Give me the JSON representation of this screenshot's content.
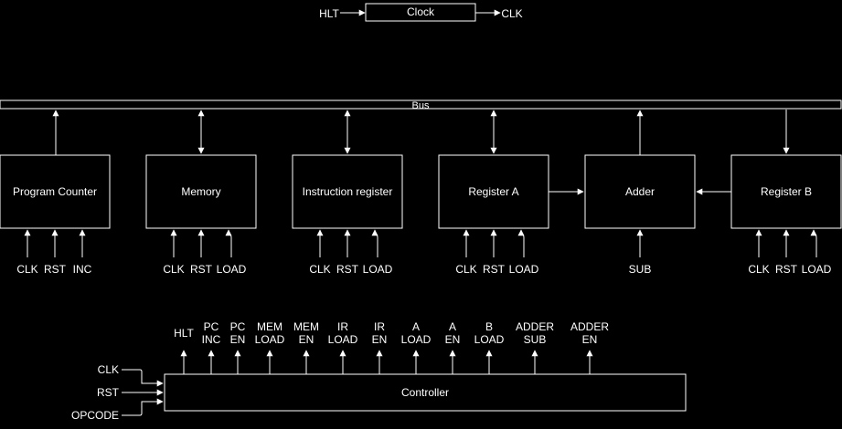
{
  "clock": {
    "label": "Clock",
    "input": "HLT",
    "output": "CLK"
  },
  "bus": {
    "label": "Bus"
  },
  "modules": [
    {
      "label": "Program Counter",
      "inputs": [
        "CLK",
        "RST",
        "INC"
      ]
    },
    {
      "label": "Memory",
      "inputs": [
        "CLK",
        "RST",
        "LOAD"
      ]
    },
    {
      "label": "Instruction register",
      "inputs": [
        "CLK",
        "RST",
        "LOAD"
      ]
    },
    {
      "label": "Register A",
      "inputs": [
        "CLK",
        "RST",
        "LOAD"
      ]
    },
    {
      "label": "Adder",
      "inputs": [
        "SUB"
      ]
    },
    {
      "label": "Register B",
      "inputs": [
        "CLK",
        "RST",
        "LOAD"
      ]
    }
  ],
  "controller": {
    "label": "Controller",
    "inputs": [
      "CLK",
      "RST",
      "OPCODE"
    ],
    "outputs": [
      [
        "HLT"
      ],
      [
        "PC",
        "INC"
      ],
      [
        "PC",
        "EN"
      ],
      [
        "MEM",
        "LOAD"
      ],
      [
        "MEM",
        "EN"
      ],
      [
        "IR",
        "LOAD"
      ],
      [
        "IR",
        "EN"
      ],
      [
        "A",
        "LOAD"
      ],
      [
        "A",
        "EN"
      ],
      [
        "B",
        "LOAD"
      ],
      [
        "ADDER",
        "SUB"
      ],
      [
        "ADDER",
        "EN"
      ]
    ]
  },
  "colors": {
    "background": "#000000",
    "stroke": "#ffffff",
    "text": "#ffffff"
  }
}
